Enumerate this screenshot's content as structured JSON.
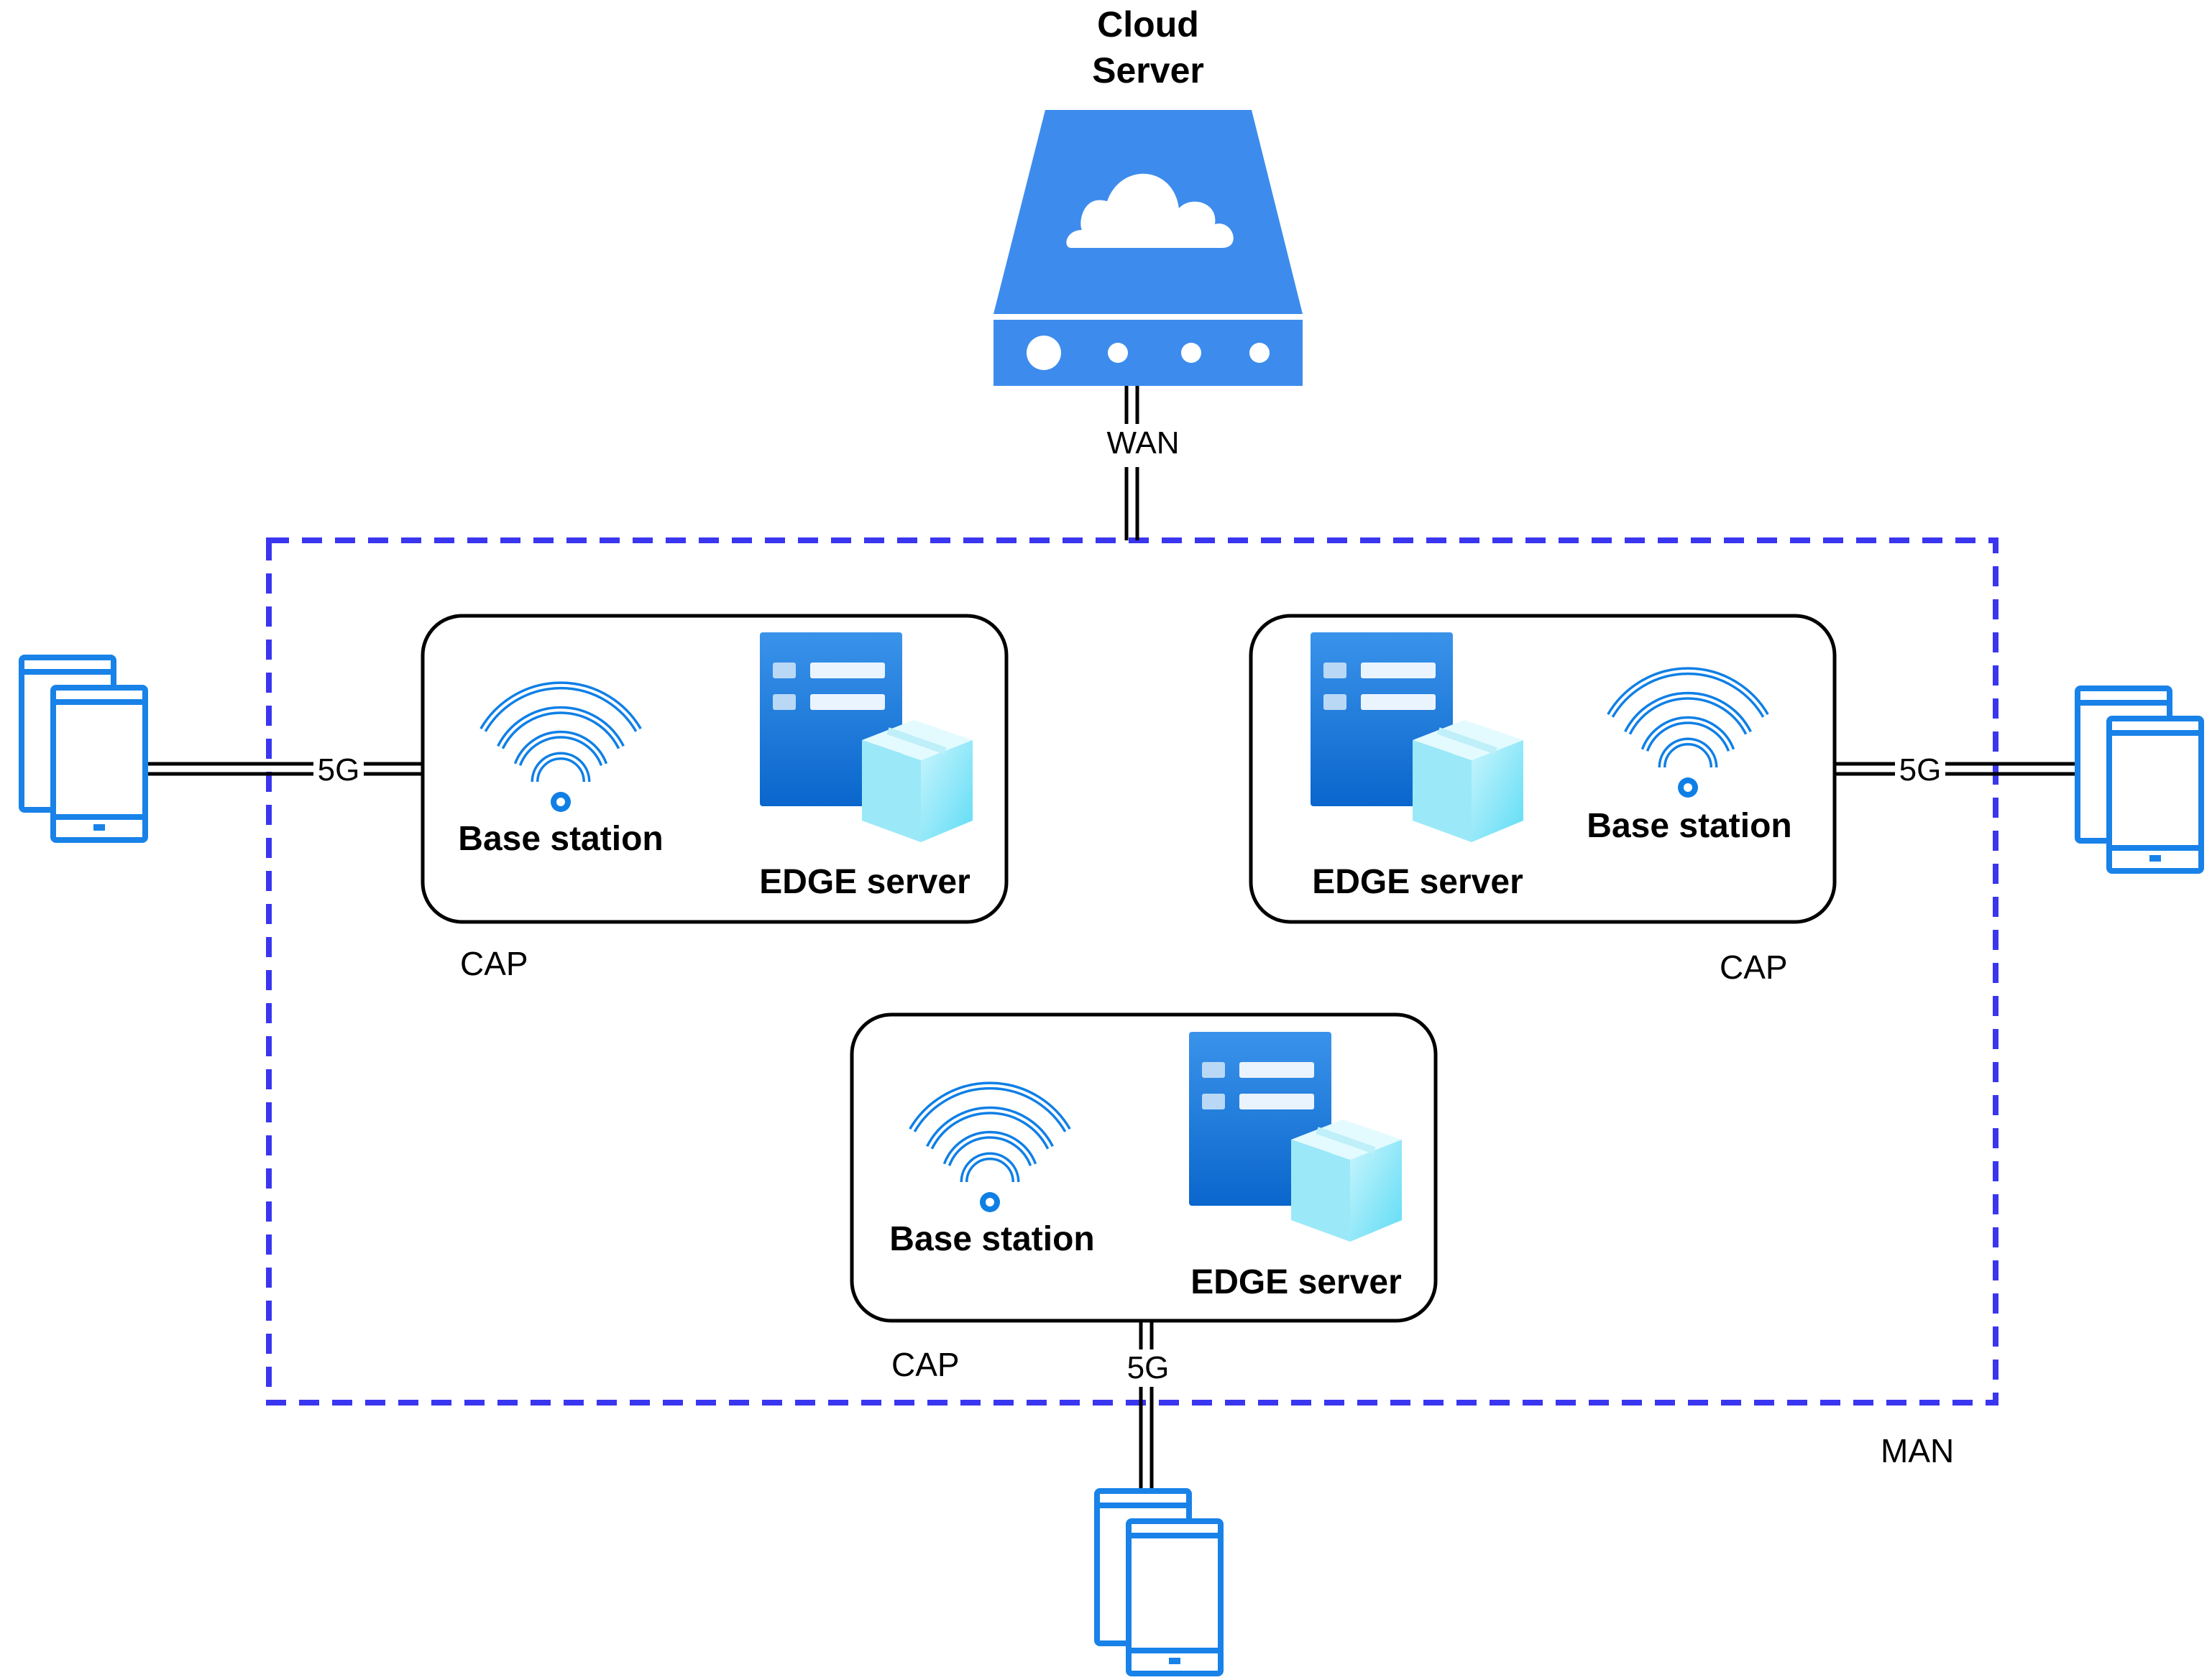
{
  "cloud": {
    "title_line1": "Cloud",
    "title_line2": "Server",
    "link_label": "WAN"
  },
  "network_label": "MAN",
  "caps": [
    {
      "group_label": "CAP",
      "base_station_label": "Base station",
      "edge_server_label": "EDGE server",
      "link_label": "5G"
    },
    {
      "group_label": "CAP",
      "base_station_label": "Base station",
      "edge_server_label": "EDGE server",
      "link_label": "5G"
    },
    {
      "group_label": "CAP",
      "base_station_label": "Base station",
      "edge_server_label": "EDGE server",
      "link_label": "5G"
    }
  ],
  "colors": {
    "cloud_server": "#3d8ced",
    "device": "#1982e8",
    "wifi": "#0f7fe6",
    "man_border": "#3a36f0",
    "edge_top": "#2d8de8",
    "edge_bottom": "#0a66cc",
    "cube": "#8fe6f7"
  }
}
